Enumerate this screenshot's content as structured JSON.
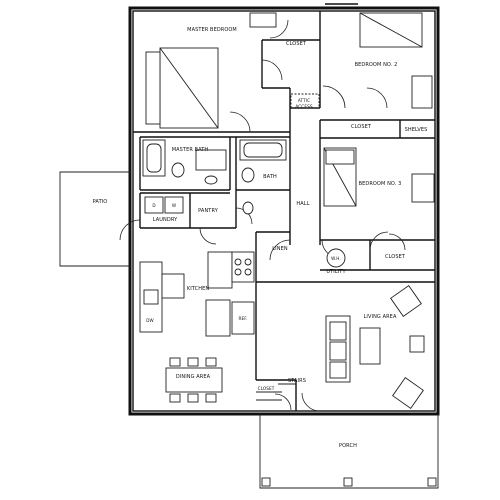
{
  "rooms": {
    "master_bedroom": "MASTER BEDROOM",
    "closet_master": "CLOSET",
    "bedroom_2": "BEDROOM NO. 2",
    "attic_access_1": "ATTIC",
    "attic_access_2": "ACCESS",
    "closet_2": "CLOSET",
    "shelves": "SHELVES",
    "master_bath": "MASTER BATH",
    "bath": "BATH",
    "bedroom_3": "BEDROOM NO. 3",
    "patio": "PATIO",
    "laundry": "LAUNDRY",
    "pantry": "PANTRY",
    "hall": "HALL",
    "linen": "LINEN",
    "closet_3": "CLOSET",
    "wh": "W.H.",
    "utility": "UTILITY",
    "kitchen": "KITCHEN",
    "living_area": "LIVING AREA",
    "ref": "REF.",
    "dw": "DW",
    "dining_area": "DINING AREA",
    "stairs": "STAIRS",
    "closet_entry": "CLOSET",
    "porch": "PORCH",
    "dryer": "D",
    "washer": "W"
  }
}
